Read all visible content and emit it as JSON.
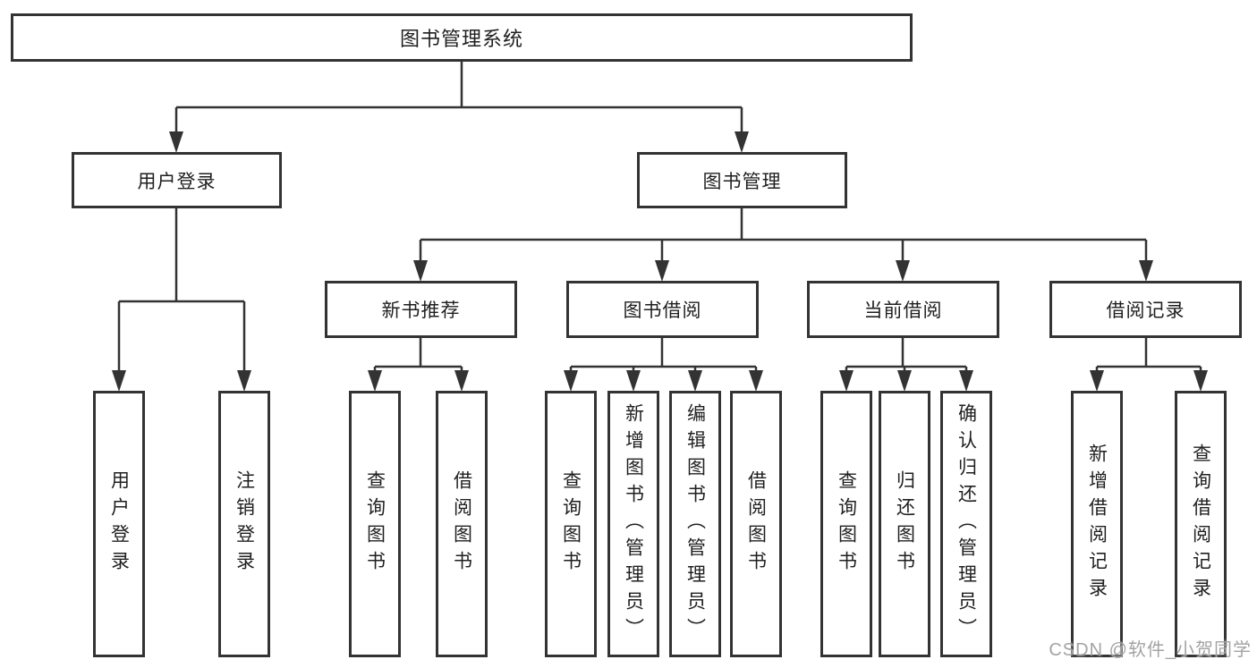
{
  "diagram": {
    "root": {
      "label": "图书管理系统",
      "children": [
        {
          "label": "用户登录",
          "children": [
            {
              "label": "用户登录"
            },
            {
              "label": "注销登录"
            }
          ]
        },
        {
          "label": "图书管理",
          "children": [
            {
              "label": "新书推荐",
              "children": [
                {
                  "label": "查询图书"
                },
                {
                  "label": "借阅图书"
                }
              ]
            },
            {
              "label": "图书借阅",
              "children": [
                {
                  "label": "查询图书"
                },
                {
                  "label": "新增图书（管理员）"
                },
                {
                  "label": "编辑图书（管理员）"
                },
                {
                  "label": "借阅图书"
                }
              ]
            },
            {
              "label": "当前借阅",
              "children": [
                {
                  "label": "查询图书"
                },
                {
                  "label": "归还图书"
                },
                {
                  "label": "确认归还（管理员）"
                }
              ]
            },
            {
              "label": "借阅记录",
              "children": [
                {
                  "label": "新增借阅记录"
                },
                {
                  "label": "查询借阅记录"
                }
              ]
            }
          ]
        }
      ]
    },
    "watermark": "CSDN @软件_小贺同学",
    "colors": {
      "line": "#333333",
      "box_border": "#333333",
      "box_fill": "#ffffff",
      "text": "#1f1f1f",
      "watermark": "#a3a3a3"
    }
  }
}
